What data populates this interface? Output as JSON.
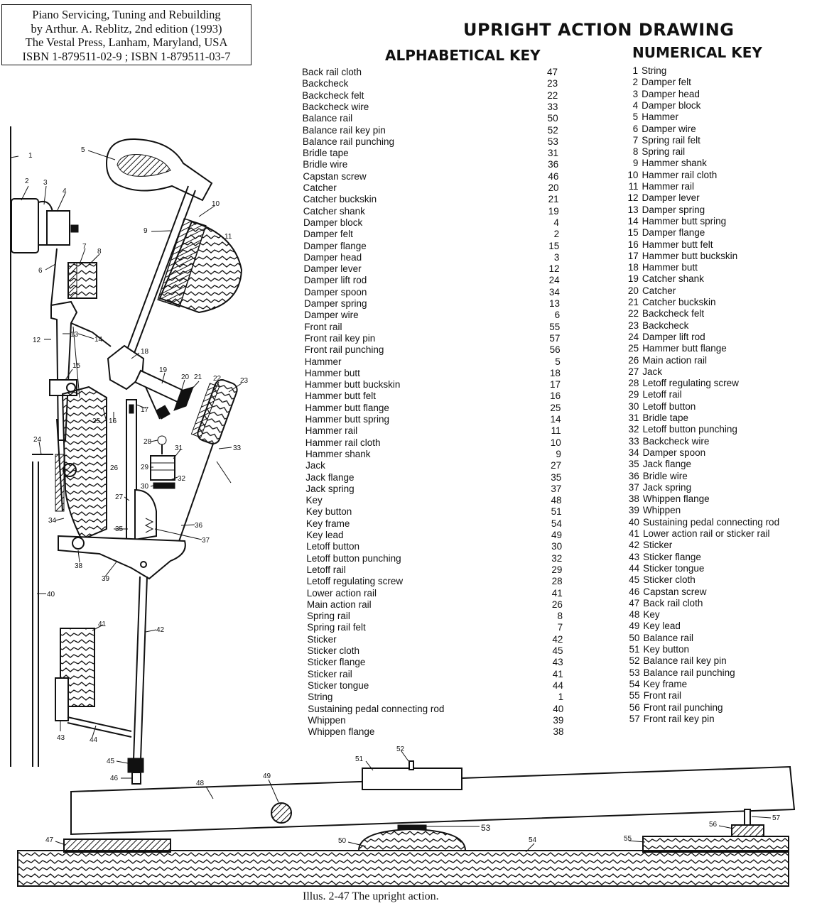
{
  "citation": [
    "Piano Servicing, Tuning and Rebuilding",
    "by Arthur. A. Reblitz, 2nd edition (1993)",
    "The Vestal Press, Lanham, Maryland, USA",
    "ISBN 1-879511-02-9 ;  ISBN 1-879511-03-7"
  ],
  "title": "UPRIGHT ACTION DRAWING",
  "alphabetical_heading": "ALPHABETICAL KEY",
  "numerical_heading": "NUMERICAL KEY",
  "alphabetical_key": [
    {
      "name": "Back rail cloth",
      "num": "47"
    },
    {
      "name": "Backcheck",
      "num": "23"
    },
    {
      "name": "Backcheck felt",
      "num": "22"
    },
    {
      "name": "Backcheck wire",
      "num": "33"
    },
    {
      "name": "Balance rail",
      "num": "50"
    },
    {
      "name": "Balance rail key pin",
      "num": "52"
    },
    {
      "name": "Balance rail punching",
      "num": "53"
    },
    {
      "name": "Bridle tape",
      "num": "31"
    },
    {
      "name": "Bridle wire",
      "num": "36"
    },
    {
      "name": "Capstan screw",
      "num": "46"
    },
    {
      "name": "Catcher",
      "num": "20"
    },
    {
      "name": "Catcher buckskin",
      "num": "21"
    },
    {
      "name": "Catcher shank",
      "num": "19"
    },
    {
      "name": "Damper block",
      "num": "4"
    },
    {
      "name": "Damper felt",
      "num": "2"
    },
    {
      "name": "Damper flange",
      "num": "15"
    },
    {
      "name": "Damper head",
      "num": "3"
    },
    {
      "name": "Damper lever",
      "num": "12"
    },
    {
      "name": "Damper lift rod",
      "num": "24"
    },
    {
      "name": "Damper spoon",
      "num": "34"
    },
    {
      "name": "Damper spring",
      "num": "13"
    },
    {
      "name": "Damper wire",
      "num": "6"
    },
    {
      "name": "Front rail",
      "num": "55"
    },
    {
      "name": "Front rail key pin",
      "num": "57"
    },
    {
      "name": "Front rail punching",
      "num": "56"
    },
    {
      "name": "Hammer",
      "num": "5"
    },
    {
      "name": "Hammer butt",
      "num": "18"
    },
    {
      "name": "Hammer butt buckskin",
      "num": "17"
    },
    {
      "name": "Hammer butt felt",
      "num": "16"
    },
    {
      "name": "Hammer butt flange",
      "num": "25"
    },
    {
      "name": "Hammer butt spring",
      "num": "14"
    },
    {
      "name": "Hammer rail",
      "num": "11"
    },
    {
      "name": "Hammer rail cloth",
      "num": "10"
    },
    {
      "name": "Hammer shank",
      "num": "9"
    },
    {
      "name": "Jack",
      "num": "27"
    },
    {
      "name": "Jack flange",
      "num": "35"
    },
    {
      "name": "Jack spring",
      "num": "37"
    },
    {
      "name": "Key",
      "num": "48"
    },
    {
      "name": "Key button",
      "num": "51"
    },
    {
      "name": "Key frame",
      "num": "54"
    },
    {
      "name": "Key lead",
      "num": "49"
    },
    {
      "name": "Letoff button",
      "num": "30"
    },
    {
      "name": "Letoff button punching",
      "num": "32"
    },
    {
      "name": "Letoff rail",
      "num": "29"
    },
    {
      "name": "Letoff regulating screw",
      "num": "28"
    },
    {
      "name": "Lower action rail",
      "num": "41"
    },
    {
      "name": "Main action rail",
      "num": "26"
    },
    {
      "name": "Spring rail",
      "num": "8"
    },
    {
      "name": "Spring rail felt",
      "num": "7"
    },
    {
      "name": "Sticker",
      "num": "42"
    },
    {
      "name": "Sticker cloth",
      "num": "45"
    },
    {
      "name": "Sticker flange",
      "num": "43"
    },
    {
      "name": "Sticker rail",
      "num": "41"
    },
    {
      "name": "Sticker tongue",
      "num": "44"
    },
    {
      "name": "String",
      "num": "1"
    },
    {
      "name": "Sustaining pedal connecting rod",
      "num": "40"
    },
    {
      "name": "Whippen",
      "num": "39"
    },
    {
      "name": "Whippen flange",
      "num": "38"
    }
  ],
  "numerical_key": [
    {
      "num": "1",
      "name": "String"
    },
    {
      "num": "2",
      "name": "Damper felt"
    },
    {
      "num": "3",
      "name": "Damper head"
    },
    {
      "num": "4",
      "name": "Damper block"
    },
    {
      "num": "5",
      "name": "Hammer"
    },
    {
      "num": "6",
      "name": "Damper wire"
    },
    {
      "num": "7",
      "name": "Spring rail felt"
    },
    {
      "num": "8",
      "name": "Spring rail"
    },
    {
      "num": "9",
      "name": "Hammer shank"
    },
    {
      "num": "10",
      "name": "Hammer rail cloth"
    },
    {
      "num": "11",
      "name": "Hammer rail"
    },
    {
      "num": "12",
      "name": "Damper lever"
    },
    {
      "num": "13",
      "name": "Damper spring"
    },
    {
      "num": "14",
      "name": "Hammer butt spring"
    },
    {
      "num": "15",
      "name": "Damper flange"
    },
    {
      "num": "16",
      "name": "Hammer butt felt"
    },
    {
      "num": "17",
      "name": "Hammer butt buckskin"
    },
    {
      "num": "18",
      "name": "Hammer butt"
    },
    {
      "num": "19",
      "name": "Catcher shank"
    },
    {
      "num": "20",
      "name": "Catcher"
    },
    {
      "num": "21",
      "name": "Catcher buckskin"
    },
    {
      "num": "22",
      "name": "Backcheck felt"
    },
    {
      "num": "23",
      "name": "Backcheck"
    },
    {
      "num": "24",
      "name": "Damper lift rod"
    },
    {
      "num": "25",
      "name": "Hammer butt flange"
    },
    {
      "num": "26",
      "name": "Main action rail"
    },
    {
      "num": "27",
      "name": "Jack"
    },
    {
      "num": "28",
      "name": "Letoff regulating screw"
    },
    {
      "num": "29",
      "name": "Letoff rail"
    },
    {
      "num": "30",
      "name": "Letoff button"
    },
    {
      "num": "31",
      "name": "Bridle tape"
    },
    {
      "num": "32",
      "name": "Letoff button punching"
    },
    {
      "num": "33",
      "name": "Backcheck wire"
    },
    {
      "num": "34",
      "name": "Damper spoon"
    },
    {
      "num": "35",
      "name": "Jack flange"
    },
    {
      "num": "36",
      "name": "Bridle wire"
    },
    {
      "num": "37",
      "name": "Jack spring"
    },
    {
      "num": "38",
      "name": "Whippen flange"
    },
    {
      "num": "39",
      "name": "Whippen"
    },
    {
      "num": "40",
      "name": "Sustaining pedal connecting rod"
    },
    {
      "num": "41",
      "name": "Lower action rail or sticker rail"
    },
    {
      "num": "42",
      "name": "Sticker"
    },
    {
      "num": "43",
      "name": "Sticker flange"
    },
    {
      "num": "44",
      "name": "Sticker tongue"
    },
    {
      "num": "45",
      "name": "Sticker cloth"
    },
    {
      "num": "46",
      "name": "Capstan screw"
    },
    {
      "num": "47",
      "name": "Back rail cloth"
    },
    {
      "num": "48",
      "name": "Key"
    },
    {
      "num": "49",
      "name": "Key lead"
    },
    {
      "num": "50",
      "name": "Balance rail"
    },
    {
      "num": "51",
      "name": "Key button"
    },
    {
      "num": "52",
      "name": "Balance rail key pin"
    },
    {
      "num": "53",
      "name": "Balance rail punching"
    },
    {
      "num": "54",
      "name": "Key frame"
    },
    {
      "num": "55",
      "name": "Front rail"
    },
    {
      "num": "56",
      "name": "Front rail punching"
    },
    {
      "num": "57",
      "name": "Front rail key pin"
    }
  ],
  "diagram_labels": [
    "1",
    "2",
    "3",
    "4",
    "5",
    "6",
    "7",
    "8",
    "9",
    "10",
    "11",
    "12",
    "13",
    "14",
    "15",
    "16",
    "17",
    "18",
    "19",
    "20",
    "21",
    "22",
    "23",
    "24",
    "25",
    "26",
    "27",
    "28",
    "29",
    "30",
    "31",
    "32",
    "33",
    "34",
    "35",
    "36",
    "37",
    "38",
    "39",
    "40",
    "41",
    "42",
    "43",
    "44",
    "45",
    "46",
    "47",
    "48",
    "49",
    "50",
    "51",
    "52",
    "53",
    "54",
    "55",
    "56",
    "57"
  ],
  "caption": "Illus. 2-47  The upright action."
}
